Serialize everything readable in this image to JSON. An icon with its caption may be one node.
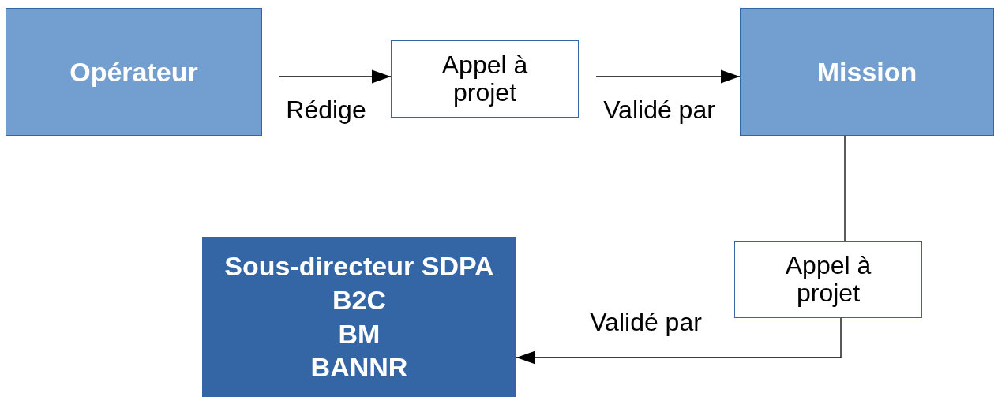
{
  "diagram": {
    "nodes": [
      {
        "text": [
          "Opérateur"
        ]
      },
      {
        "text": [
          "Appel à projet"
        ]
      },
      {
        "text": [
          "Mission"
        ]
      },
      {
        "text": [
          "Appel à projet"
        ]
      },
      {
        "text": [
          "Sous-directeur SDPA",
          "B2C",
          "BM",
          "BANNR"
        ]
      }
    ],
    "edges": [
      {
        "from": 0,
        "to": 1,
        "arrow": "to",
        "label": "Rédige"
      },
      {
        "from": 1,
        "to": 2,
        "arrow": "to",
        "label": "Validé par"
      },
      {
        "from": 2,
        "to": 3,
        "arrow": "none"
      },
      {
        "from": 3,
        "to": 4,
        "arrow": "to",
        "label": "Validé par"
      }
    ]
  }
}
